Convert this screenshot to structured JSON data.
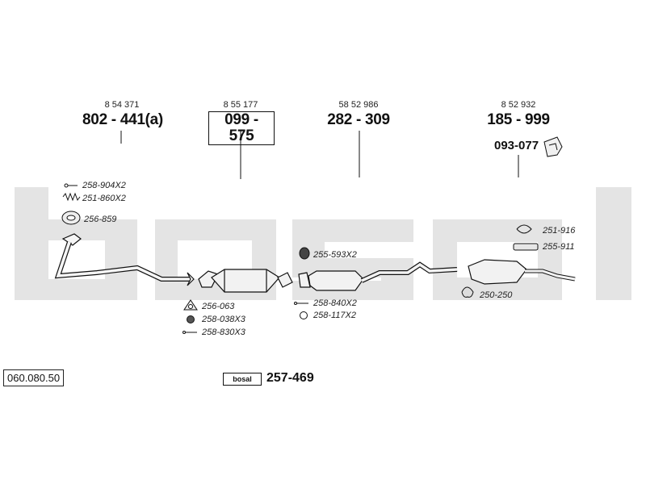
{
  "watermark": {
    "text": "bosal",
    "color": "#e4e4e4"
  },
  "diagram_number": "060.080.50",
  "main_parts": [
    {
      "ref": "8 54 371",
      "part": "802 - 441(a)",
      "boxed": false
    },
    {
      "ref": "8 55 177",
      "part": "099 - 575",
      "boxed": true
    },
    {
      "ref": "58 52 986",
      "part": "282 - 309",
      "boxed": false
    },
    {
      "ref": "8 52 932",
      "part": "185 - 999",
      "boxed": false
    }
  ],
  "bracket_part": "093-077",
  "accessory_labels": {
    "l_258_904": "258-904X2",
    "l_251_860": "251-860X2",
    "l_256_859": "256-859",
    "l_256_063": "256-063",
    "l_258_038": "258-038X3",
    "l_258_830": "258-830X3",
    "l_255_593": "255-593X2",
    "l_258_840": "258-840X2",
    "l_258_117": "258-117X2",
    "l_251_916": "251-916",
    "l_255_911": "255-911",
    "l_250_250": "250-250"
  },
  "kit": {
    "logo": "bosal",
    "number": "257-469"
  },
  "colors": {
    "line": "#111111",
    "fill": "#f2f2f2"
  }
}
